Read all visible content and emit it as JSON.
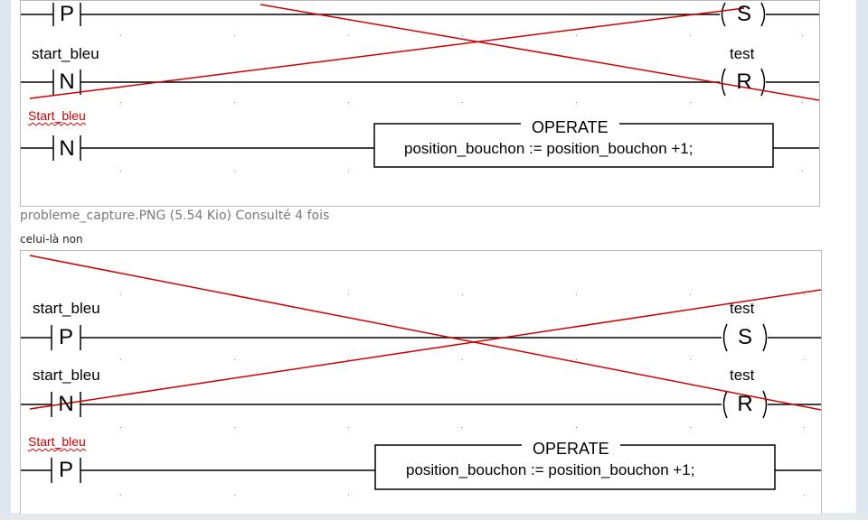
{
  "top_diagram": {
    "rung1": {
      "contact_letter": "P",
      "coil_letter": "S"
    },
    "rung2": {
      "var_label": "start_bleu",
      "contact_letter": "N",
      "coil_var": "test",
      "coil_letter": "R"
    },
    "rung3": {
      "var_label": "Start_bleu",
      "contact_letter": "N",
      "block_title": "OPERATE",
      "block_code": "position_bouchon := position_bouchon +1;"
    }
  },
  "attachment": {
    "caption": "probleme_capture.PNG (5.54 Kio) Consulté 4 fois",
    "note": "celui-là non"
  },
  "bottom_diagram": {
    "rung1": {
      "var_label": "start_bleu",
      "contact_letter": "P",
      "coil_var": "test",
      "coil_letter": "S"
    },
    "rung2": {
      "var_label": "start_bleu",
      "contact_letter": "N",
      "coil_var": "test",
      "coil_letter": "R"
    },
    "rung3": {
      "var_label": "Start_bleu",
      "contact_letter": "P",
      "block_title": "OPERATE",
      "block_code": "position_bouchon := position_bouchon +1;"
    }
  },
  "colors": {
    "cross_red": "#d00000",
    "border_gray": "#b9b9b9",
    "background": "#dde7ef"
  }
}
